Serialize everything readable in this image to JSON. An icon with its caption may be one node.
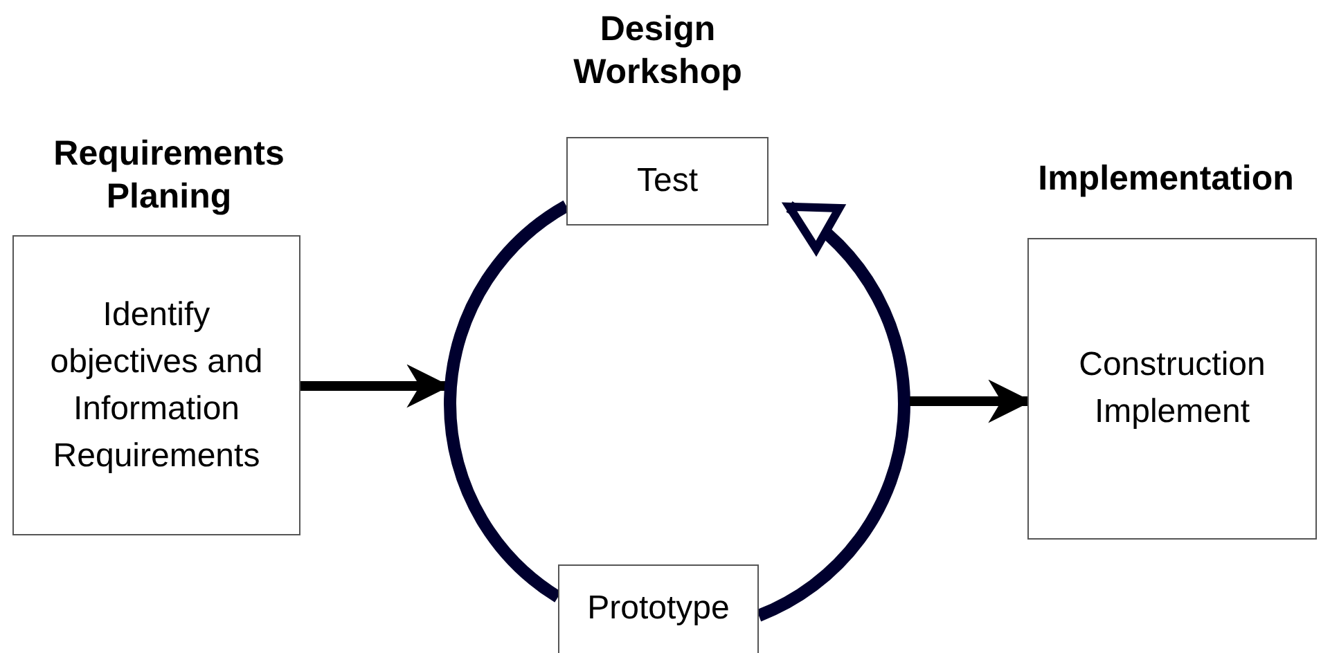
{
  "diagram": {
    "nodes": [
      {
        "text": [
          "Requirements Planing",
          "Identify objectives and Information Requirements"
        ]
      },
      {
        "text": [
          "Test"
        ]
      },
      {
        "text": [
          "Prototype"
        ]
      },
      {
        "text": [
          "Implementation",
          "Construction Implement"
        ]
      }
    ],
    "edges": [
      {
        "from": 0,
        "to": null,
        "arrow": "to"
      },
      {
        "from": 1,
        "to": 2,
        "arrow": "none"
      },
      {
        "from": 2,
        "to": 1,
        "arrow": "to"
      },
      {
        "from": null,
        "to": 3,
        "arrow": "to"
      }
    ],
    "labels": [
      "Design Workshop"
    ]
  }
}
